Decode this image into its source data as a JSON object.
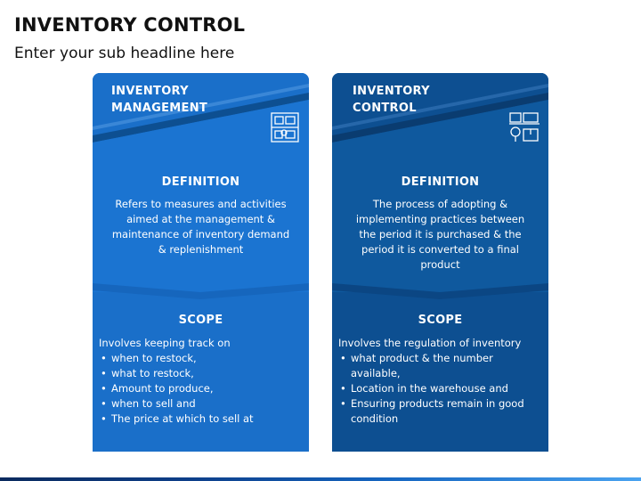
{
  "page": {
    "title": "INVENTORY CONTROL",
    "subtitle": "Enter your sub headline here"
  },
  "colors": {
    "left_card": "#1a6fc9",
    "right_card": "#0d4f91",
    "text_on_card": "#ffffff"
  },
  "cards": [
    {
      "header_line1": "INVENTORY",
      "header_line2": "MANAGEMENT",
      "icon": "warehouse-boxes-icon",
      "definition_title": "DEFINITION",
      "definition_text": "Refers to measures and activities aimed at the management & maintenance of inventory demand & replenishment",
      "scope_title": "SCOPE",
      "scope_intro": "Involves keeping track on",
      "scope_items": [
        "when to restock,",
        "what to restock,",
        "Amount to produce,",
        "when to sell and",
        "The price at which to sell  at"
      ]
    },
    {
      "header_line1": "INVENTORY",
      "header_line2": "CONTROL",
      "icon": "inventory-worker-boxes-icon",
      "definition_title": "DEFINITION",
      "definition_text": "The process of adopting & implementing practices between the period it is purchased & the period it is converted to a final product",
      "scope_title": "SCOPE",
      "scope_intro": "Involves the regulation of inventory",
      "scope_items": [
        "what product & the number available,",
        "Location in the warehouse and",
        "Ensuring products remain in good condition"
      ]
    }
  ]
}
